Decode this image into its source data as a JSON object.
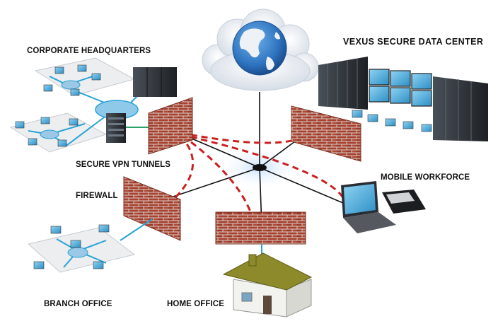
{
  "diagram": {
    "labels": {
      "corporate_hq": "CORPORATE HEADQUARTERS",
      "data_center": "VEXUS SECURE DATA CENTER",
      "vpn_tunnels": "SECURE VPN TUNNELS",
      "firewall": "FIREWALL",
      "mobile_workforce": "MOBILE WORKFORCE",
      "branch_office": "BRANCH OFFICE",
      "home_office": "HOME OFFICE"
    },
    "colors": {
      "brick": "#a8412f",
      "mortar": "#d9cfc8",
      "vpn_tunnel": "#cc1f1f",
      "network_line": "#111111",
      "lan_link": "#2aa3d6",
      "server_rack": "#2e3238",
      "globe_ocean": "#2f74c0",
      "roof": "#8c8a2a"
    },
    "icons": [
      "globe-icon",
      "cloud-icon",
      "server-rack-icon",
      "monitor-icon",
      "laptop-icon",
      "smartphone-icon",
      "house-icon",
      "brick-firewall-icon",
      "network-hub-icon"
    ]
  }
}
